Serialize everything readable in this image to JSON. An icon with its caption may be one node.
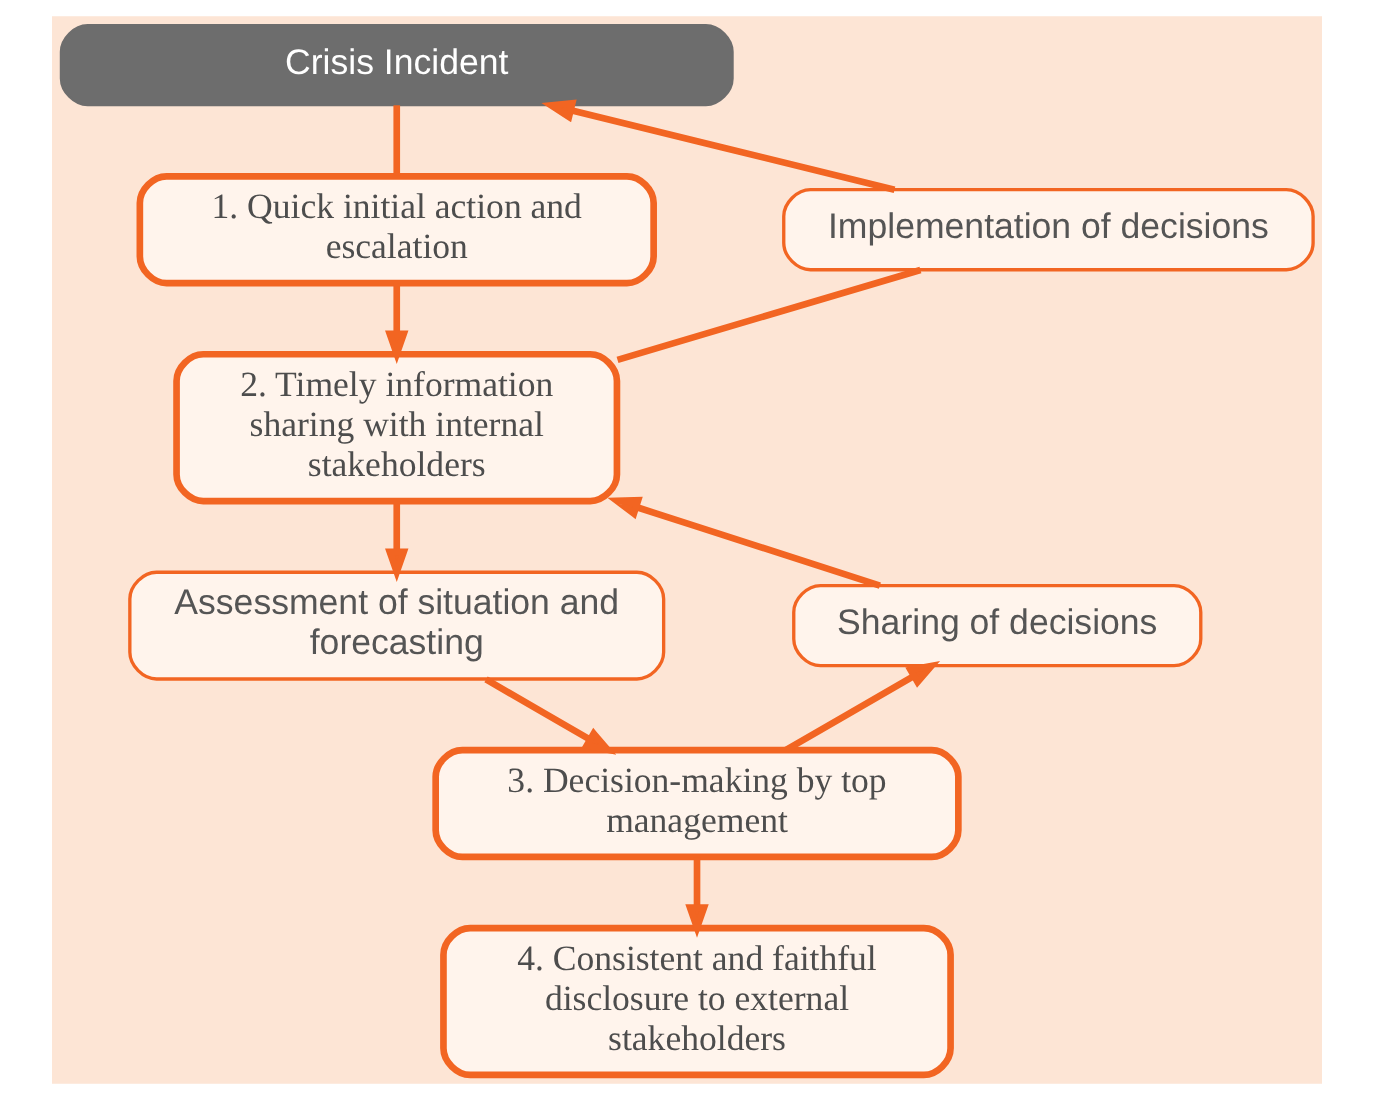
{
  "diagram": {
    "nodes": [
      {
        "text": [
          "Crisis Incident"
        ]
      },
      {
        "text": [
          "Implementation of decisions"
        ]
      },
      {
        "text": [
          "1. Quick initial action and escalation"
        ]
      },
      {
        "text": [
          "2. Timely information sharing with internal stakeholders"
        ]
      },
      {
        "text": [
          "Sharing of decisions"
        ]
      },
      {
        "text": [
          "Assessment of situation and forecasting"
        ]
      },
      {
        "text": [
          "3. Decision-making by top management"
        ]
      },
      {
        "text": [
          "4. Consistent and faithful disclosure to external stakeholders"
        ]
      }
    ],
    "edges": [
      {
        "from": 0,
        "to": 2,
        "arrow": "none"
      },
      {
        "from": 2,
        "to": 3,
        "arrow": "to"
      },
      {
        "from": 3,
        "to": 5,
        "arrow": "to"
      },
      {
        "from": 5,
        "to": 6,
        "arrow": "to"
      },
      {
        "from": 6,
        "to": 4,
        "arrow": "to"
      },
      {
        "from": 4,
        "to": 3,
        "arrow": "to"
      },
      {
        "from": 3,
        "to": 1,
        "arrow": "none"
      },
      {
        "from": 1,
        "to": 0,
        "arrow": "to"
      },
      {
        "from": 6,
        "to": 7,
        "arrow": "to"
      }
    ]
  }
}
